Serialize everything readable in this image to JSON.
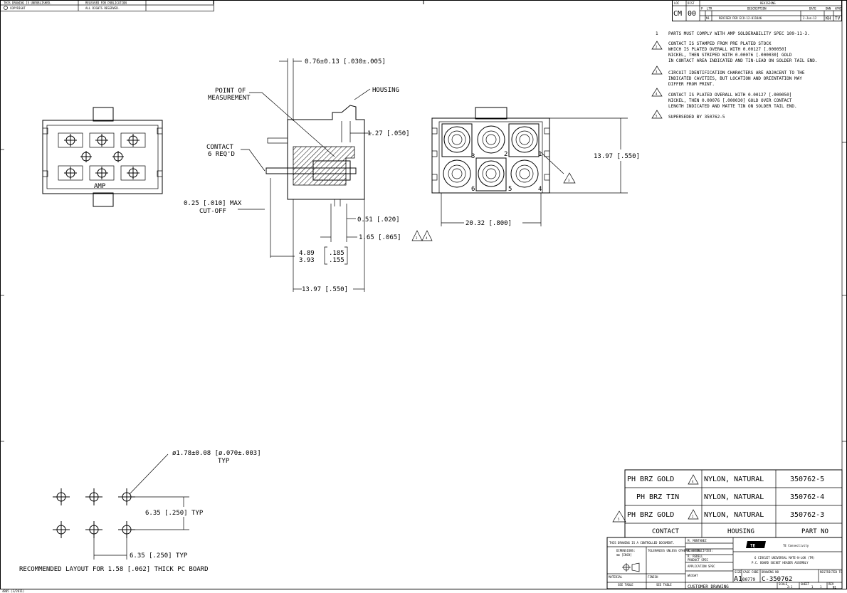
{
  "header": {
    "drawing_notice": "THIS DRAWING IS UNPUBLISHED.",
    "release_notice": "RELEASED FOR PUBLICATION",
    "copyright": "COPYRIGHT",
    "rights": "ALL RIGHTS RESERVED."
  },
  "revision_block": {
    "loc": "LOC",
    "dist": "DIST",
    "loc_value": "CM",
    "dist_value": "00",
    "title": "REVISIONS",
    "col_p": "P",
    "col_ltr": "LTR",
    "col_description": "DESCRIPTION",
    "col_date": "DATE",
    "col_dwn": "DWN",
    "col_apvd": "APVD",
    "row": {
      "ltr": "N1",
      "description": "REVISED PER ECO-12-011846",
      "date": "2-Jun-12",
      "dwn": "KH",
      "apvd": "TV"
    }
  },
  "notes": [
    {
      "num": "1",
      "flag": "",
      "lines": [
        "PARTS MUST COMPLY WITH AMP SOLDERABILITY SPEC 109-11-3."
      ]
    },
    {
      "num": "",
      "flag": "2",
      "lines": [
        "CONTACT IS STAMPED FROM PRE PLATED STOCK",
        "WHICH IS PLATED OVERALL WITH 0.00127 [.000050]",
        "NICKEL, THEN STRIPED WITH 0.00076 [.000030] GOLD",
        "IN CONTACT AREA INDICATED AND TIN-LEAD ON SOLDER TAIL END."
      ]
    },
    {
      "num": "",
      "flag": "3",
      "lines": [
        "CIRCUIT IDENTIFICATION CHARACTERS ARE ADJACENT TO THE",
        "INDICATED CAVITIES, BUT LOCATION AND ORIENTATION MAY",
        "DIFFER FROM PRINT."
      ]
    },
    {
      "num": "",
      "flag": "4",
      "lines": [
        "CONTACT IS PLATED OVERALL WITH 0.00127 [.000050]",
        "NICKEL, THEN 0.00076 [.000030] GOLD OVER CONTACT",
        "LENGTH INDICATED AND MATTE TIN ON SOLDER TAIL END."
      ]
    },
    {
      "num": "",
      "flag": "5",
      "lines": [
        "SUPERSEDED BY 350762-5"
      ]
    }
  ],
  "front_view": {
    "label": "AMP"
  },
  "side_view": {
    "dim_top": "0.76±0.13 [.030±.005]",
    "housing": "HOUSING",
    "point_of_measurement": [
      "POINT OF",
      "MEASUREMENT"
    ],
    "contact": [
      "CONTACT",
      "6 REQ'D"
    ],
    "dim_127": "1.27 [.050]",
    "cutoff": [
      "0.25 [.010] MAX",
      "CUT-OFF"
    ],
    "dim_051": "0.51 [.020]",
    "dim_165": "1.65 [.065]",
    "flag_a": "2",
    "flag_b": "4",
    "dim_489": "4.89",
    "dim_393": "3.93",
    "dim_185": ".185",
    "dim_155": ".155",
    "dim_1397": "13.97 [.550]"
  },
  "mating_view": {
    "dim_height": "13.97 [.550]",
    "dim_width": "20.32 [.800]",
    "circuits": [
      "1",
      "2",
      "3",
      "4",
      "5",
      "6"
    ],
    "flag": "3"
  },
  "pcb_layout": {
    "hole_dim": [
      "ø1.78±0.08 [ø.070±.003]",
      "TYP"
    ],
    "vert_pitch": "6.35 [.250] TYP",
    "horiz_pitch": "6.35 [.250] TYP",
    "caption": "RECOMMENDED LAYOUT FOR 1.58 [.062] THICK PC BOARD"
  },
  "parts_table": {
    "rows": [
      {
        "flag": "",
        "contact": "PH BRZ GOLD",
        "contact_flag": "4",
        "housing": "NYLON, NATURAL",
        "part": "350762-5"
      },
      {
        "flag": "",
        "contact": "PH BRZ TIN",
        "contact_flag": "",
        "housing": "NYLON, NATURAL",
        "part": "350762-4"
      },
      {
        "flag": "5",
        "contact": "PH BRZ GOLD",
        "contact_flag": "2",
        "housing": "NYLON, NATURAL",
        "part": "350762-3"
      }
    ],
    "headers": {
      "contact": "CONTACT",
      "housing": "HOUSING",
      "part": "PART NO"
    }
  },
  "title_block": {
    "controlled": "THIS DRAWING IS A CONTROLLED DOCUMENT.",
    "company": "TE Connectivity",
    "logo": "TE",
    "title": [
      "6 CIRCUIT UNIVERSAL MATE-N-LOK (TM)",
      "P.C. BOARD SOCKET HEADER ASSEMBLY"
    ],
    "dwn": "M. MONTANEZ",
    "chk": "R. NEILL",
    "appvd": "R. REDELL",
    "product_spec": "PRODUCT SPEC",
    "application_spec": "APPLICATION SPEC",
    "weight": "WEIGHT",
    "size": "A1",
    "cage_code": "00779",
    "drawing_no": "C-350762",
    "customer_drawing": "CUSTOMER DRAWING",
    "scale": "2:1",
    "sheet": "1",
    "of": "1",
    "rev": "N1",
    "dimensions": "DIMENSIONS:",
    "mm_inch": "mm [INCH]",
    "tolerances": "TOLERANCES UNLESS OTHERWISE SPECIFIED:",
    "material": "MATERIAL",
    "finish": "FINISH",
    "see_table": "SEE TABLE",
    "restricted": "RESTRICTED TO",
    "size_label": "SIZE",
    "cage_label": "CAGE CODE",
    "drawing_label": "DRAWING NO",
    "scale_label": "SCALE",
    "sheet_label": "SHEET",
    "rev_label": "REV",
    "name_label": "NAME"
  },
  "form_code": "4805 (3/2011)"
}
